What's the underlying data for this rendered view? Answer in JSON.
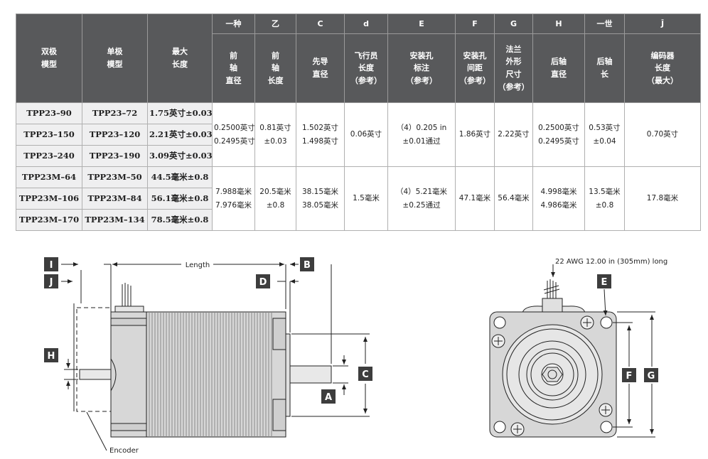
{
  "table": {
    "header_letters": [
      "一种",
      "乙",
      "C",
      "d",
      "E",
      "F",
      "G",
      "H",
      "一世",
      "Ĵ"
    ],
    "left_headers": [
      [
        "双极",
        "模型"
      ],
      [
        "单极",
        "模型"
      ],
      [
        "最大",
        "长度"
      ]
    ],
    "dim_headers": [
      [
        "前",
        "轴",
        "直径"
      ],
      [
        "前",
        "轴",
        "长度"
      ],
      [
        "先导",
        "直径"
      ],
      [
        "飞行员",
        "长度",
        "（参考）"
      ],
      [
        "安装孔",
        "标注",
        "（参考）"
      ],
      [
        "安装孔",
        "间距",
        "（参考）"
      ],
      [
        "法兰",
        "外形",
        "尺寸",
        "（参考）"
      ],
      [
        "后轴",
        "直径"
      ],
      [
        "后轴",
        "长"
      ],
      [
        "编码器",
        "长度",
        "（最大）"
      ]
    ],
    "inch_models": [
      [
        "TPP23–90",
        "TPP23–72",
        "1.75英寸±0.03"
      ],
      [
        "TPP23–150",
        "TPP23–120",
        "2.21英寸±0.03"
      ],
      [
        "TPP23–240",
        "TPP23–190",
        "3.09英寸±0.03"
      ]
    ],
    "inch_dims": [
      [
        "0.2500英寸",
        "0.2495英寸"
      ],
      [
        "0.81英寸",
        "±0.03"
      ],
      [
        "1.502英寸",
        "1.498英寸"
      ],
      [
        "0.06英寸"
      ],
      [
        "（4）0.205 in",
        "±0.01通过"
      ],
      [
        "1.86英寸"
      ],
      [
        "2.22英寸"
      ],
      [
        "0.2500英寸",
        "0.2495英寸"
      ],
      [
        "0.53英寸",
        "±0.04"
      ],
      [
        "0.70英寸"
      ]
    ],
    "metric_models": [
      [
        "TPP23M–64",
        "TPP23M–50",
        "44.5毫米±0.8"
      ],
      [
        "TPP23M–106",
        "TPP23M–84",
        "56.1毫米±0.8"
      ],
      [
        "TPP23M–170",
        "TPP23M–134",
        "78.5毫米±0.8"
      ]
    ],
    "metric_dims": [
      [
        "7.988毫米",
        "7.976毫米"
      ],
      [
        "20.5毫米",
        "±0.8"
      ],
      [
        "38.15毫米",
        "38.05毫米"
      ],
      [
        "1.5毫米"
      ],
      [
        "（4）5.21毫米",
        "±0.25通过"
      ],
      [
        "47.1毫米"
      ],
      [
        "56.4毫米"
      ],
      [
        "4.998毫米",
        "4.986毫米"
      ],
      [
        "13.5毫米",
        "±0.8"
      ],
      [
        "17.8毫米"
      ]
    ]
  },
  "drawing": {
    "length_label": "Length",
    "encoder_label": "Encoder",
    "wire_label": "22 AWG 12.00 in (305mm) long",
    "callouts": {
      "a": "A",
      "b": "B",
      "c": "C",
      "d": "D",
      "e": "E",
      "f": "F",
      "g": "G",
      "h": "H",
      "i": "I",
      "j": "J"
    }
  }
}
